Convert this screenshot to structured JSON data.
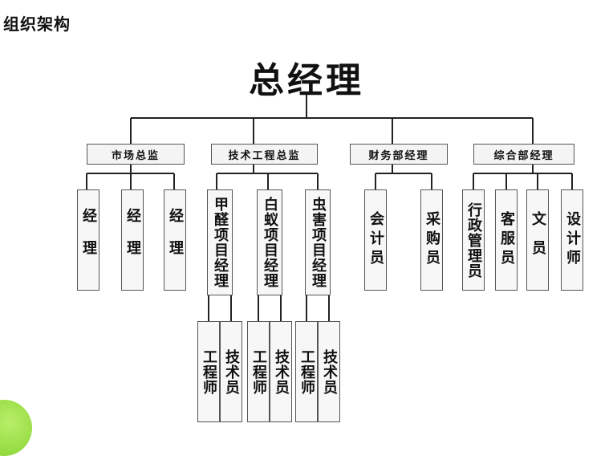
{
  "page_title": "组织架构",
  "general_manager": "总经理",
  "departments": [
    {
      "label": "市场总监",
      "subordinates": [
        "经理",
        "经理",
        "经理"
      ]
    },
    {
      "label": "技术工程总监",
      "subordinates": [
        {
          "label": "甲醛项目经理",
          "staff": [
            "工程师",
            "技术员"
          ]
        },
        {
          "label": "白蚁项目经理",
          "staff": [
            "工程师",
            "技术员"
          ]
        },
        {
          "label": "虫害项目经理",
          "staff": [
            "工程师",
            "技术员"
          ]
        }
      ]
    },
    {
      "label": "财务部经理",
      "subordinates": [
        "会计员",
        "采购员"
      ]
    },
    {
      "label": "综合部经理",
      "subordinates": [
        "行政管理员",
        "客服员",
        "文员",
        "设计师"
      ]
    }
  ],
  "colors": {
    "line": "#222222",
    "box_border": "#555555",
    "accent_green": "#8ed93a"
  }
}
